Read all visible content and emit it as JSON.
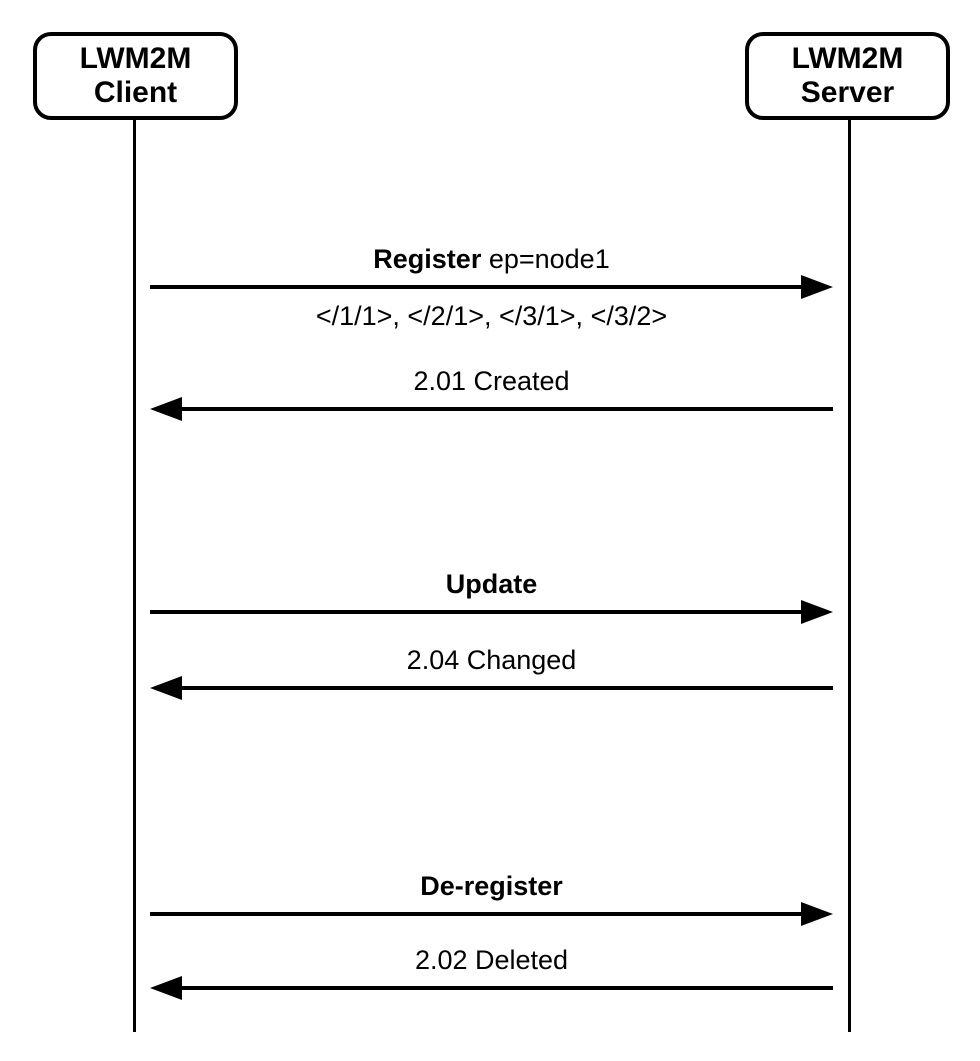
{
  "diagram": {
    "type": "sequence-diagram",
    "colors": {
      "line": "#000000",
      "background": "#ffffff",
      "box_fill": "#ffffff"
    },
    "actors": [
      {
        "id": "lwm2m-client",
        "label_line1": "LWM2M",
        "label_line2": "Client"
      },
      {
        "id": "lwm2m-server",
        "label_line1": "LWM2M",
        "label_line2": "Server"
      }
    ],
    "messages": [
      {
        "from": "lwm2m-client",
        "to": "lwm2m-server",
        "direction": "right",
        "label_bold": "Register",
        "label_rest": " ep=node1",
        "sublabel": "</1/1>, </2/1>, </3/1>, </3/2>"
      },
      {
        "from": "lwm2m-server",
        "to": "lwm2m-client",
        "direction": "left",
        "label_bold": "",
        "label_rest": "2.01 Created"
      },
      {
        "from": "lwm2m-client",
        "to": "lwm2m-server",
        "direction": "right",
        "label_bold": "Update",
        "label_rest": ""
      },
      {
        "from": "lwm2m-server",
        "to": "lwm2m-client",
        "direction": "left",
        "label_bold": "",
        "label_rest": "2.04 Changed"
      },
      {
        "from": "lwm2m-client",
        "to": "lwm2m-server",
        "direction": "right",
        "label_bold": "De-register",
        "label_rest": ""
      },
      {
        "from": "lwm2m-server",
        "to": "lwm2m-client",
        "direction": "left",
        "label_bold": "",
        "label_rest": "2.02 Deleted"
      }
    ]
  }
}
